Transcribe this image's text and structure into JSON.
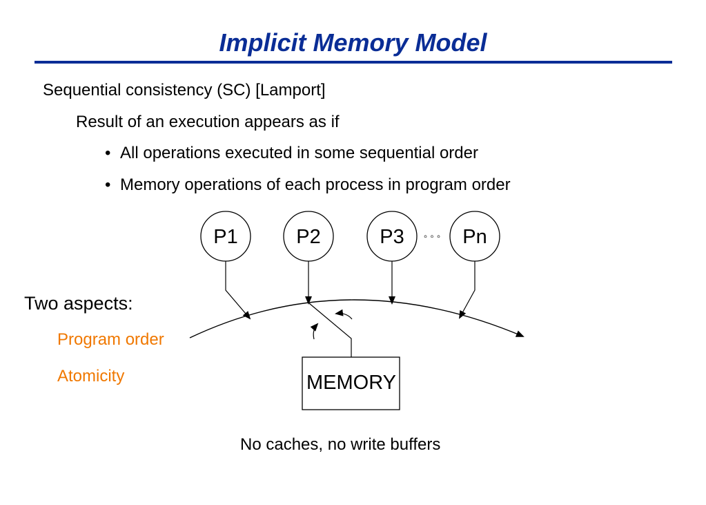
{
  "title": "Implicit Memory Model",
  "colors": {
    "title": "#0a2d96",
    "highlight": "#f07800"
  },
  "body": {
    "line1": "Sequential consistency (SC) [Lamport]",
    "line2": "Result of an execution appears as if",
    "bullets": [
      "All operations executed in some sequential order",
      "Memory operations of each process in program order"
    ],
    "bullet_symbol": "•"
  },
  "diagram": {
    "processors": [
      "P1",
      "P2",
      "P3",
      "Pn"
    ],
    "ellipsis": "◦ ◦ ◦",
    "memory_label": "MEMORY"
  },
  "aspects": {
    "heading": "Two aspects:",
    "items": [
      "Program order",
      "Atomicity"
    ]
  },
  "caption": "No caches, no write buffers"
}
